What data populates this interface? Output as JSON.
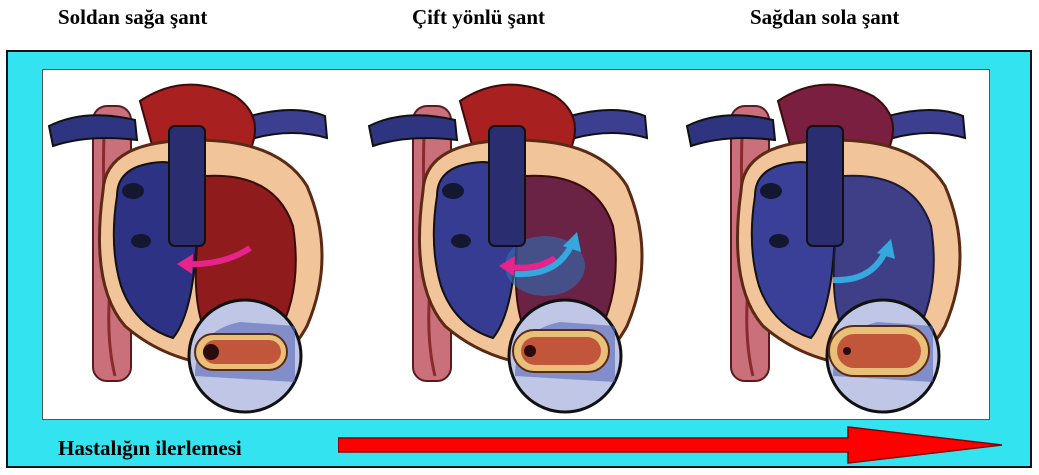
{
  "titles": {
    "left": "Soldan sağa şant",
    "middle": "Çift yönlü şant",
    "right": "Sağdan sola şant"
  },
  "progress_label": "Hastalığın ilerlemesi",
  "colors": {
    "frame": "#33e4f0",
    "arrow": "#ff0000",
    "shunt_left_to_right": "#e8238c",
    "shunt_right_to_left": "#35a8e0"
  },
  "panels": [
    {
      "name": "left-to-right",
      "shunt_arrows": [
        "pink"
      ],
      "vessel_wall": "thin"
    },
    {
      "name": "bidirectional",
      "shunt_arrows": [
        "pink",
        "blue"
      ],
      "vessel_wall": "medium"
    },
    {
      "name": "right-to-left",
      "shunt_arrows": [
        "blue"
      ],
      "vessel_wall": "thick"
    }
  ]
}
